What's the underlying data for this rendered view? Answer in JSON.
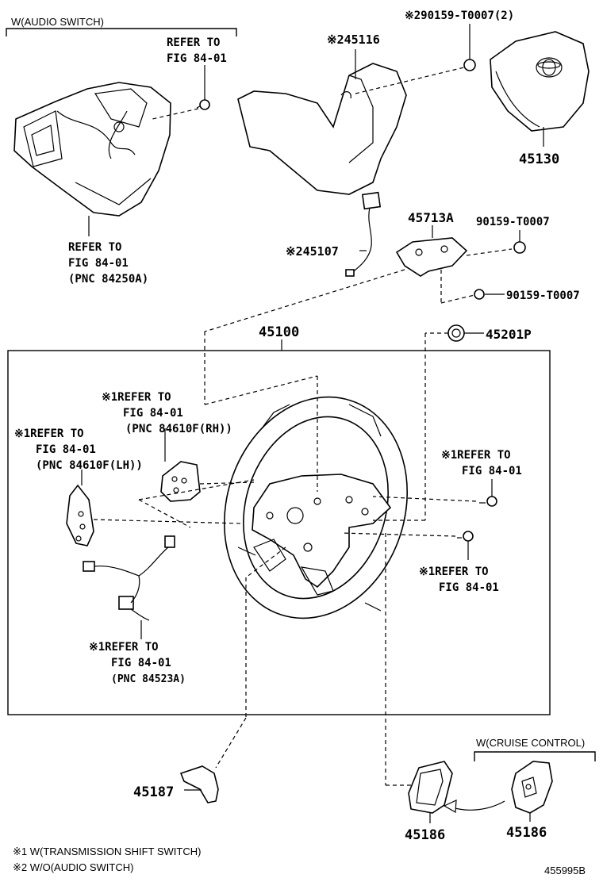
{
  "labels": {
    "w_audio_switch": "W(AUDIO SWITCH)",
    "refer_fig_top_a": "REFER TO",
    "refer_fig_top_b": "FIG 84-01",
    "refer_pnc_left_a": "REFER TO",
    "refer_pnc_left_b": "FIG 84-01",
    "refer_pnc_left_c": "(PNC 84250A)",
    "pn_45116": "※245116",
    "pn_90159_top": "※290159-T0007(2)",
    "pn_45130": "45130",
    "pn_45713a": "45713A",
    "pn_90159_mid": "90159-T0007",
    "pn_45107": "※245107",
    "pn_90159_low": "90159-T0007",
    "pn_45100": "45100",
    "pn_45201p": "45201P",
    "rh_a": "※1REFER TO",
    "rh_b": "FIG 84-01",
    "rh_c": "(PNC 84610F(RH))",
    "lh_a": "※1REFER TO",
    "lh_b": "FIG 84-01",
    "lh_c": "(PNC 84610F(LH))",
    "right1_a": "※1REFER TO",
    "right1_b": "FIG 84-01",
    "right2_a": "※1REFER TO",
    "right2_b": "FIG 84-01",
    "bottom_a": "※1REFER TO",
    "bottom_b": "FIG 84-01",
    "bottom_c": "(PNC 84523A)",
    "w_cruise": "W(CRUISE CONTROL)",
    "pn_45187": "45187",
    "pn_45186_a": "45186",
    "pn_45186_b": "45186",
    "note1": "※1 W(TRANSMISSION SHIFT SWITCH)",
    "note2": "※2 W/O(AUDIO SWITCH)",
    "diagram_id": "455995B"
  },
  "colors": {
    "line": "#000000",
    "background": "#ffffff"
  }
}
